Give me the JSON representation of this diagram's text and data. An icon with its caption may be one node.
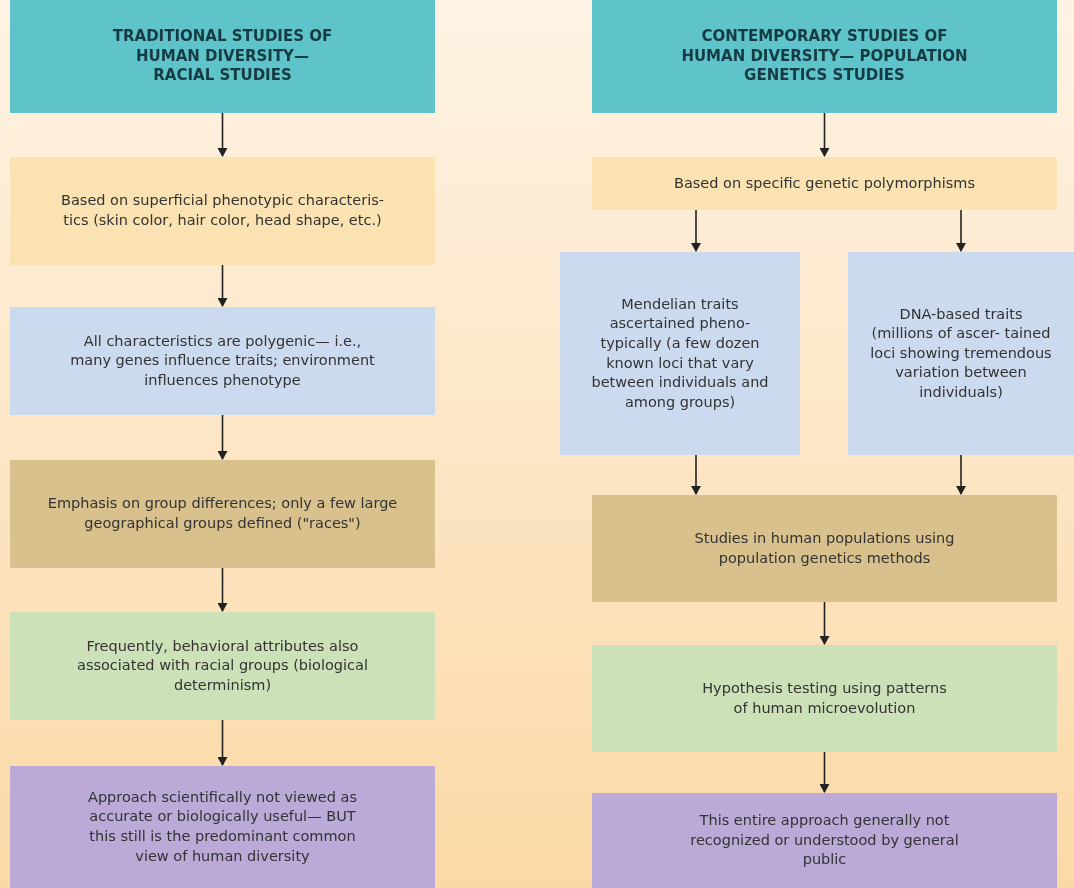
{
  "diagram": {
    "nodes": [
      {
        "text": [
          "TRADITIONAL STUDIES OF HUMAN DIVERSITY— RACIAL STUDIES"
        ]
      },
      {
        "text": [
          "Based on superficial phenotypic characteris- tics (skin color, hair color, head shape, etc.)"
        ]
      },
      {
        "text": [
          "All characteristics are polygenic— i.e., many genes influence traits; environment influences phenotype"
        ]
      },
      {
        "text": [
          "Emphasis on group differences; only a few large geographical groups defined (\"races\")"
        ]
      },
      {
        "text": [
          "Frequently, behavioral attributes also associated with racial groups (biological determinism)"
        ]
      },
      {
        "text": [
          "Approach scientifically not viewed as accurate or biologically useful— BUT this still is the predominant common view of human diversity"
        ]
      },
      {
        "text": [
          "CONTEMPORARY STUDIES OF HUMAN DIVERSITY— POPULATION GENETICS STUDIES"
        ]
      },
      {
        "text": [
          "Based on specific genetic polymorphisms"
        ]
      },
      {
        "text": [
          "Mendelian traits ascertained pheno- typically (a few dozen known loci that vary between individuals and among groups)"
        ]
      },
      {
        "text": [
          "DNA-based traits (millions of ascer- tained loci showing tremendous variation between individuals)"
        ]
      },
      {
        "text": [
          "Studies in human populations using population genetics methods"
        ]
      },
      {
        "text": [
          "Hypothesis testing using patterns of human microevolution"
        ]
      },
      {
        "text": [
          "This entire approach generally not recognized or understood by general public"
        ]
      }
    ],
    "edges": [
      {
        "from": 0,
        "to": 1,
        "arrow": "to"
      },
      {
        "from": 1,
        "to": 2,
        "arrow": "to"
      },
      {
        "from": 2,
        "to": 3,
        "arrow": "to"
      },
      {
        "from": 3,
        "to": 4,
        "arrow": "to"
      },
      {
        "from": 4,
        "to": 5,
        "arrow": "to"
      },
      {
        "from": 6,
        "to": 7,
        "arrow": "to"
      },
      {
        "from": 7,
        "to": 8,
        "arrow": "to"
      },
      {
        "from": 7,
        "to": 9,
        "arrow": "to"
      },
      {
        "from": 8,
        "to": 10,
        "arrow": "to"
      },
      {
        "from": 9,
        "to": 10,
        "arrow": "to"
      },
      {
        "from": 10,
        "to": 11,
        "arrow": "to"
      },
      {
        "from": 11,
        "to": 12,
        "arrow": "to"
      }
    ]
  }
}
